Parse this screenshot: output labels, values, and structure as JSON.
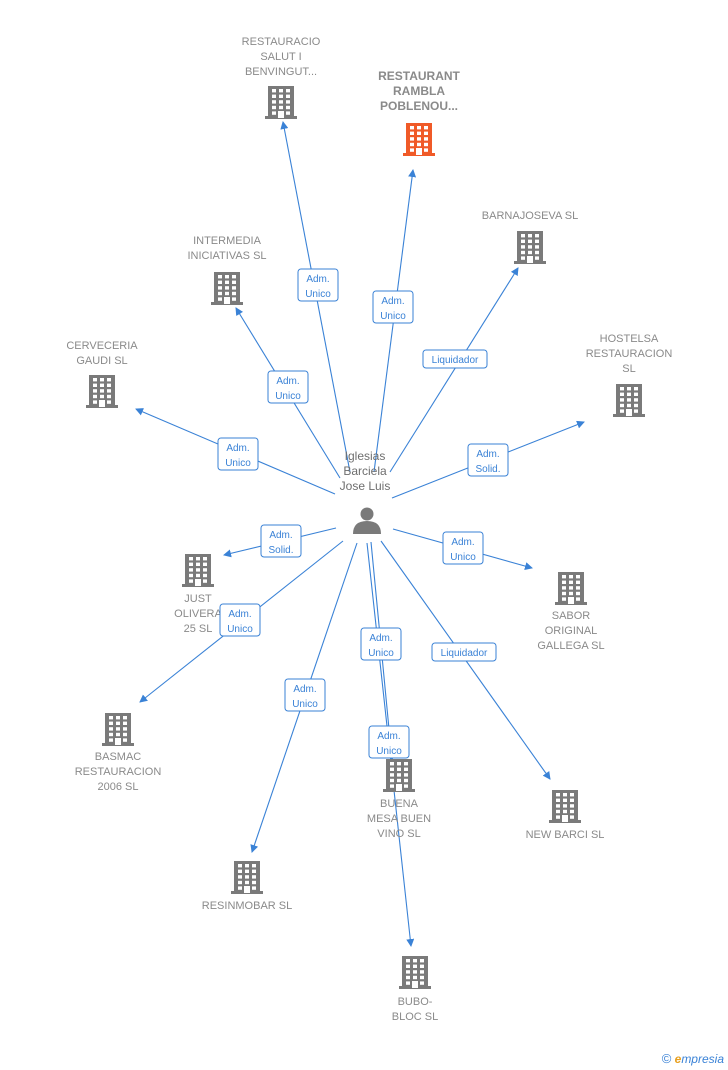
{
  "colors": {
    "edge": "#3a82d6",
    "building": "#7a7a7a",
    "highlight": "#f05a28",
    "person": "#7a7a7a"
  },
  "person": {
    "name_lines": [
      "Iglesias",
      "Barciela",
      "Jose Luis"
    ],
    "icon": "person-icon"
  },
  "companies": [
    {
      "id": "restauracio-salut",
      "lines": [
        "RESTAURACIO",
        "SALUT I",
        "BENVINGUT..."
      ],
      "highlight": false
    },
    {
      "id": "restaurant-rambla",
      "lines": [
        "RESTAURANT",
        "RAMBLA",
        "POBLENOU..."
      ],
      "highlight": true
    },
    {
      "id": "barnajoseva",
      "lines": [
        "BARNAJOSEVA SL"
      ],
      "highlight": false
    },
    {
      "id": "intermedia",
      "lines": [
        "INTERMEDIA",
        "INICIATIVAS  SL"
      ],
      "highlight": false
    },
    {
      "id": "cerveceria-gaudi",
      "lines": [
        "CERVECERIA",
        "GAUDI  SL"
      ],
      "highlight": false
    },
    {
      "id": "hostelsa",
      "lines": [
        "HOSTELSA",
        "RESTAURACION",
        "SL"
      ],
      "highlight": false
    },
    {
      "id": "just-olivera",
      "lines": [
        "JUST",
        "OLIVERA",
        "25  SL"
      ],
      "highlight": false
    },
    {
      "id": "sabor-original",
      "lines": [
        "SABOR",
        "ORIGINAL",
        "GALLEGA  SL"
      ],
      "highlight": false
    },
    {
      "id": "basmac",
      "lines": [
        "BASMAC",
        "RESTAURACION",
        "2006 SL"
      ],
      "highlight": false
    },
    {
      "id": "buena-mesa",
      "lines": [
        "BUENA",
        "MESA BUEN",
        "VINO SL"
      ],
      "highlight": false
    },
    {
      "id": "new-barci",
      "lines": [
        "NEW BARCI  SL"
      ],
      "highlight": false
    },
    {
      "id": "resinmobar",
      "lines": [
        "RESINMOBAR SL"
      ],
      "highlight": false
    },
    {
      "id": "bubo-bloc",
      "lines": [
        "BUBO-",
        "BLOC  SL"
      ],
      "highlight": false
    }
  ],
  "edges": [
    {
      "to": "restauracio-salut",
      "lines": [
        "Adm.",
        "Unico"
      ]
    },
    {
      "to": "restaurant-rambla",
      "lines": [
        "Adm.",
        "Unico"
      ]
    },
    {
      "to": "barnajoseva",
      "lines": [
        "Liquidador"
      ]
    },
    {
      "to": "intermedia",
      "lines": [
        "Adm.",
        "Unico"
      ]
    },
    {
      "to": "cerveceria-gaudi",
      "lines": [
        "Adm.",
        "Unico"
      ]
    },
    {
      "to": "hostelsa",
      "lines": [
        "Adm.",
        "Solid."
      ]
    },
    {
      "to": "just-olivera",
      "lines": [
        "Adm.",
        "Solid."
      ]
    },
    {
      "to": "sabor-original",
      "lines": [
        "Adm.",
        "Unico"
      ]
    },
    {
      "to": "basmac",
      "lines": [
        "Adm.",
        "Unico"
      ]
    },
    {
      "to": "buena-mesa",
      "lines": [
        "Adm.",
        "Unico"
      ]
    },
    {
      "to": "new-barci",
      "lines": [
        "Liquidador"
      ]
    },
    {
      "to": "resinmobar",
      "lines": [
        "Adm.",
        "Unico"
      ]
    },
    {
      "to": "bubo-bloc",
      "lines": [
        "Adm.",
        "Unico"
      ]
    }
  ],
  "footer": {
    "copyright": "©",
    "brand_initial": "e",
    "brand_rest": "mpresia"
  }
}
